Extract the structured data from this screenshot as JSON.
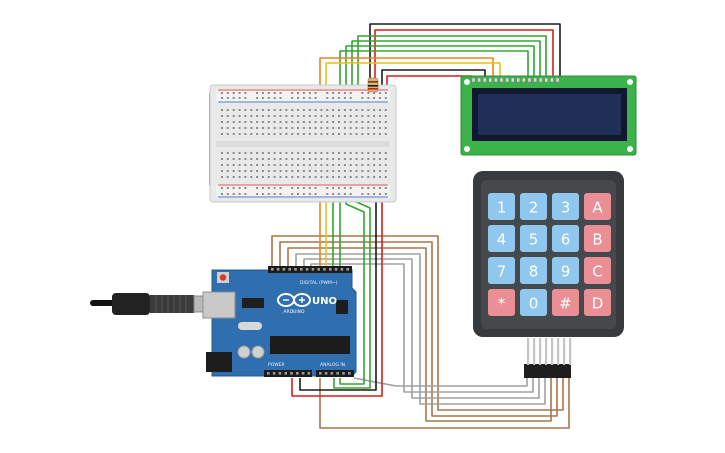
{
  "arduino": {
    "logo_text": "ARDUINO",
    "model": "UNO",
    "digital_label": "DIGITAL (PWM~)",
    "power_label": "POWER",
    "analog_label": "ANALOG IN"
  },
  "keypad": {
    "keys": [
      {
        "label": "1",
        "kind": "num"
      },
      {
        "label": "2",
        "kind": "num"
      },
      {
        "label": "3",
        "kind": "num"
      },
      {
        "label": "A",
        "kind": "letter"
      },
      {
        "label": "4",
        "kind": "num"
      },
      {
        "label": "5",
        "kind": "num"
      },
      {
        "label": "6",
        "kind": "num"
      },
      {
        "label": "B",
        "kind": "letter"
      },
      {
        "label": "7",
        "kind": "num"
      },
      {
        "label": "8",
        "kind": "num"
      },
      {
        "label": "9",
        "kind": "num"
      },
      {
        "label": "C",
        "kind": "letter"
      },
      {
        "label": "*",
        "kind": "letter"
      },
      {
        "label": "0",
        "kind": "num"
      },
      {
        "label": "#",
        "kind": "letter"
      },
      {
        "label": "D",
        "kind": "letter"
      }
    ]
  },
  "colors": {
    "board": "#2f6fb0",
    "lcd_pcb": "#3bb34a",
    "lcd_screen": "#1f2f55",
    "keypad_body": "#383b3e",
    "key_num": "#8fc7ee",
    "key_letter": "#e98f95",
    "wire_red": "#d21f1f",
    "wire_black": "#1a1a1a",
    "wire_green": "#33a532",
    "wire_yellow": "#e7c11a",
    "wire_orange": "#e8861a",
    "wire_gray": "#a0a0a0",
    "wire_brown": "#a8754a"
  }
}
